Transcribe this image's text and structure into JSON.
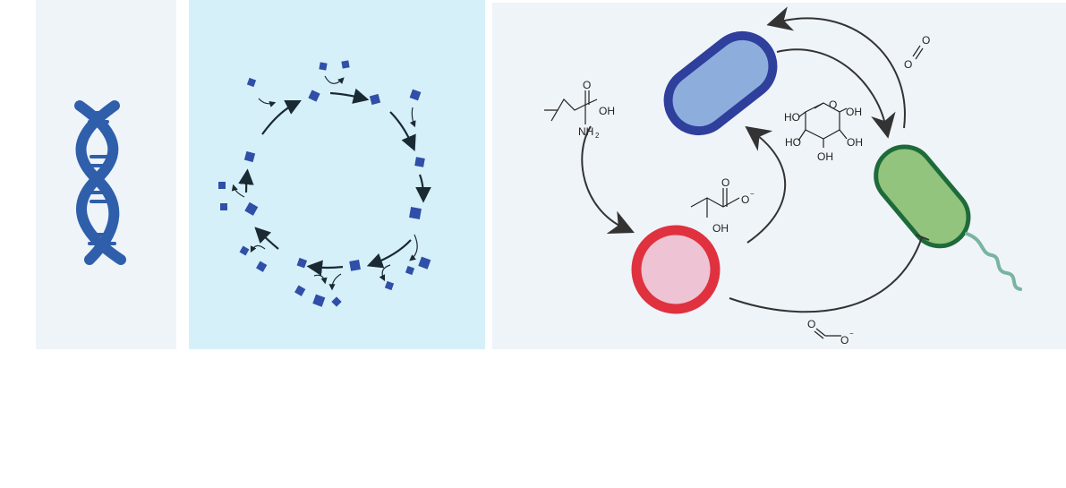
{
  "colors": {
    "dna": "#2f5fab",
    "square": "#2f4fa8",
    "arrow": "#1a2a33",
    "blue_cell_fill": "#8daedd",
    "blue_cell_stroke": "#2f3f9c",
    "green_cell_fill": "#92c47e",
    "green_cell_stroke": "#1e6b3a",
    "red_cell_fill": "#eec3d3",
    "red_cell_stroke": "#e0313f",
    "flagellum": "#79b4a0"
  },
  "icons": {
    "dna": "dna-double-helix-icon",
    "cycle": "metabolic-cycle-icon",
    "community": "microbial-community-icon"
  },
  "chem": {
    "leucine_oh": "OH",
    "leucine_o": "O",
    "leucine_nh2": "NH",
    "leucine_nh2_sub": "2",
    "glucose_ho1": "HO",
    "glucose_ho2": "HO",
    "glucose_oh1": "OH",
    "glucose_oh2": "OH",
    "glucose_oh3": "OH",
    "glucose_o": "O",
    "lactate_o1": "O",
    "lactate_o2": "O",
    "lactate_charge": "−",
    "lactate_oh": "OH",
    "o2_a": "O",
    "o2_b": "O",
    "formate_o1": "O",
    "formate_o2": "O",
    "formate_charge": "−"
  }
}
